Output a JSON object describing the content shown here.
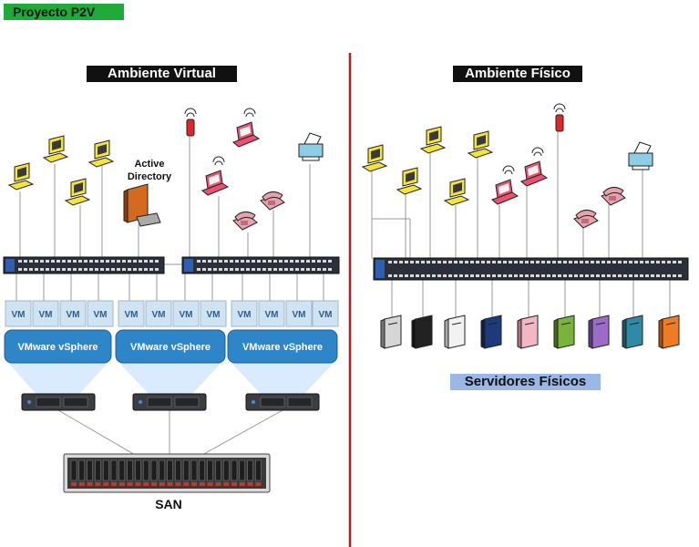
{
  "header": {
    "project_label": "Proyecto P2V"
  },
  "virtual": {
    "title": "Ambiente Virtual",
    "active_directory": "Active Directory",
    "vm_label": "VM",
    "vsphere_label": "VMware vSphere",
    "san_label": "SAN"
  },
  "physical": {
    "title": "Ambiente Físico",
    "servers_label": "Servidores Físicos"
  },
  "colors": {
    "divider": "#b01f24",
    "vm_box": "#cfe3f3",
    "vsphere": "#2e86c9",
    "switch": "#2a2f3a",
    "pc_yellow": "#f5e53a",
    "laptop": "#e8536f",
    "phone": "#e9a1ad",
    "printer": "#8fcde6",
    "antenna": "#e0262b",
    "ad_server": "#d36a1f"
  },
  "icons": [
    "pc-icon",
    "laptop-icon",
    "phone-icon",
    "printer-icon",
    "antenna-icon",
    "server-icon",
    "switch-icon",
    "storage-icon"
  ]
}
